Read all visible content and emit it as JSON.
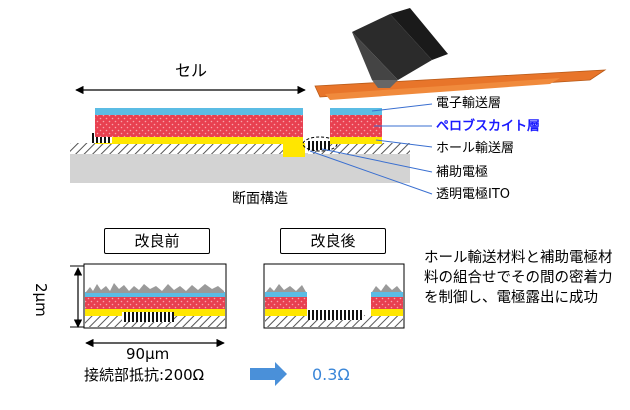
{
  "top": {
    "cell_label": "セル",
    "section_label": "断面構造",
    "legend": [
      {
        "key": "etl",
        "label": "電子輸送層",
        "color": "#000000"
      },
      {
        "key": "perovskite",
        "label": "ペロブスカイト層",
        "color": "#1a1aff"
      },
      {
        "key": "htl",
        "label": "ホール輸送層",
        "color": "#000000"
      },
      {
        "key": "aux",
        "label": "補助電極",
        "color": "#000000"
      },
      {
        "key": "ito",
        "label": "透明電極ITO",
        "color": "#000000"
      }
    ]
  },
  "bottom": {
    "before_label": "改良前",
    "after_label": "改良後",
    "height_label": "2μm",
    "width_label": "90μm",
    "resistance_label": "接続部抵抗:200Ω",
    "after_resistance": "0.3Ω",
    "description": "ホール輸送材料と補助電極材料の組合せでその間の密着力を制御し、電極露出に成功"
  },
  "colors": {
    "etl": "#5bbce4",
    "perovskite": "#e84050",
    "htl": "#ffe600",
    "substrate": "#d3d3d3",
    "probe_tab": "#e8752a",
    "arrow": "#4a90d9",
    "highlight_text": "#1a1aff",
    "leader_line": "#3a6fd0"
  }
}
